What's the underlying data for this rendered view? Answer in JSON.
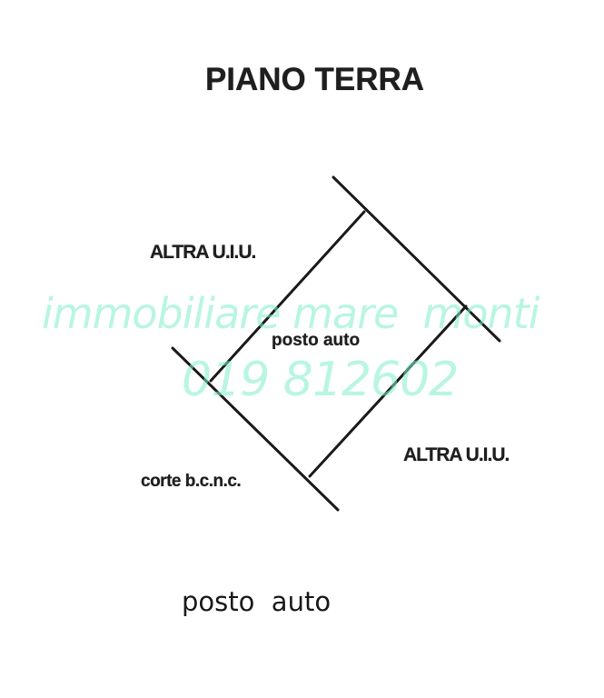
{
  "title": "PIANO TERRA",
  "labels": {
    "altra_uiu_left": "ALTRA U.I.U.",
    "altra_uiu_right": "ALTRA U.I.U.",
    "posto_auto_inner": "posto auto",
    "corte": "corte b.c.n.c."
  },
  "caption": "posto  auto",
  "watermark": {
    "line1": "immobiliare mare  monti",
    "line2": "019 812602",
    "color": "#7ff0c8"
  },
  "colors": {
    "background": "#ffffff",
    "ink": "#1e1e1e"
  }
}
